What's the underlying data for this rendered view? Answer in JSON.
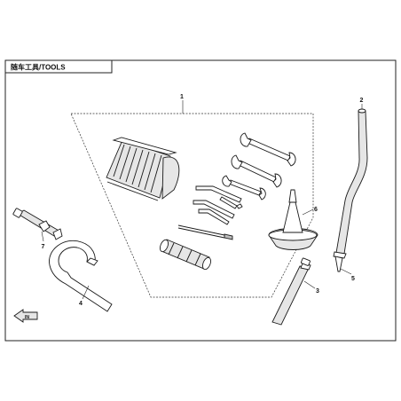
{
  "header": {
    "title": "随车工具/TOOLS"
  },
  "callouts": [
    {
      "id": "1",
      "label": "1",
      "part": "tool-kit"
    },
    {
      "id": "2",
      "label": "2",
      "part": "bent-rod"
    },
    {
      "id": "3",
      "label": "3",
      "part": "spark-plug-socket"
    },
    {
      "id": "4",
      "label": "4",
      "part": "hook-spanner"
    },
    {
      "id": "5",
      "label": "5",
      "part": "rod-tip"
    },
    {
      "id": "6",
      "label": "6",
      "part": "funnel"
    },
    {
      "id": "7",
      "label": "7",
      "part": "socket-tool"
    }
  ],
  "badge": {
    "label": "IN"
  }
}
